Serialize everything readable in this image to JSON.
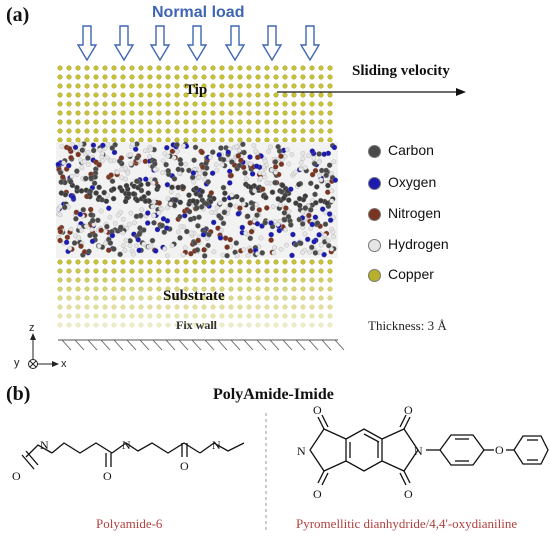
{
  "panel_a": {
    "label": "(a)",
    "normal_load": "Normal load",
    "sliding_velocity": "Sliding velocity",
    "tip": "Tip",
    "substrate": "Substrate",
    "fix_wall": "Fix wall",
    "thickness": "Thickness: 3 Å",
    "axes": {
      "z": "z",
      "y": "y",
      "x": "x"
    },
    "legend": [
      {
        "name": "Carbon",
        "color": "#4a4a4a"
      },
      {
        "name": "Oxygen",
        "color": "#1b1bb0"
      },
      {
        "name": "Nitrogen",
        "color": "#7a3420"
      },
      {
        "name": "Hydrogen",
        "color": "#e6e6e6"
      },
      {
        "name": "Copper",
        "color": "#b8b02a"
      }
    ]
  },
  "panel_b": {
    "label": "(b)",
    "title": "PolyAmide-Imide",
    "left_caption": "Polyamide-6",
    "right_caption": "Pyromellitic dianhydride/4,4'-oxydianiline",
    "atoms": {
      "O": "O",
      "N": "N"
    }
  },
  "colors": {
    "copper": "#c9c234",
    "copper_dark": "#8f8a1c",
    "arrow_outline": "#3f66b4"
  }
}
